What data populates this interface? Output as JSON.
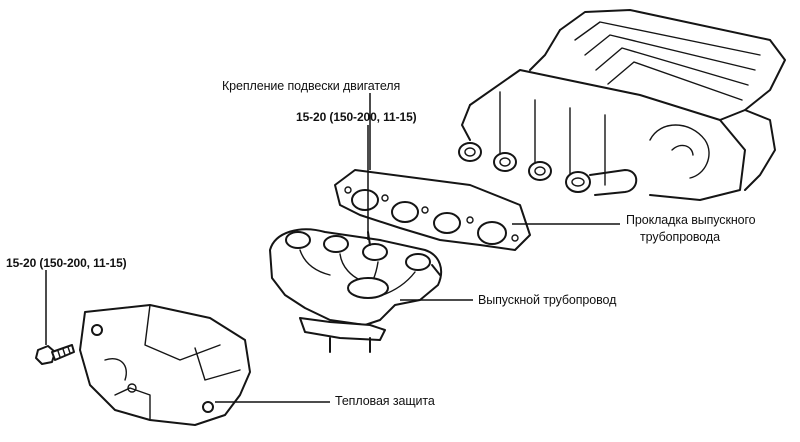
{
  "labels": {
    "engine_mount": "Крепление подвески двигателя",
    "engine_mount_torque": "15-20 (150-200, 11-15)",
    "gasket_line1": "Прокладка выпускного",
    "gasket_line2": "трубопровода",
    "bolt_torque": "15-20 (150-200, 11-15)",
    "exhaust_manifold": "Выпускной трубопровод",
    "heat_shield": "Тепловая защита"
  },
  "colors": {
    "line": "#151515",
    "background": "#ffffff"
  }
}
